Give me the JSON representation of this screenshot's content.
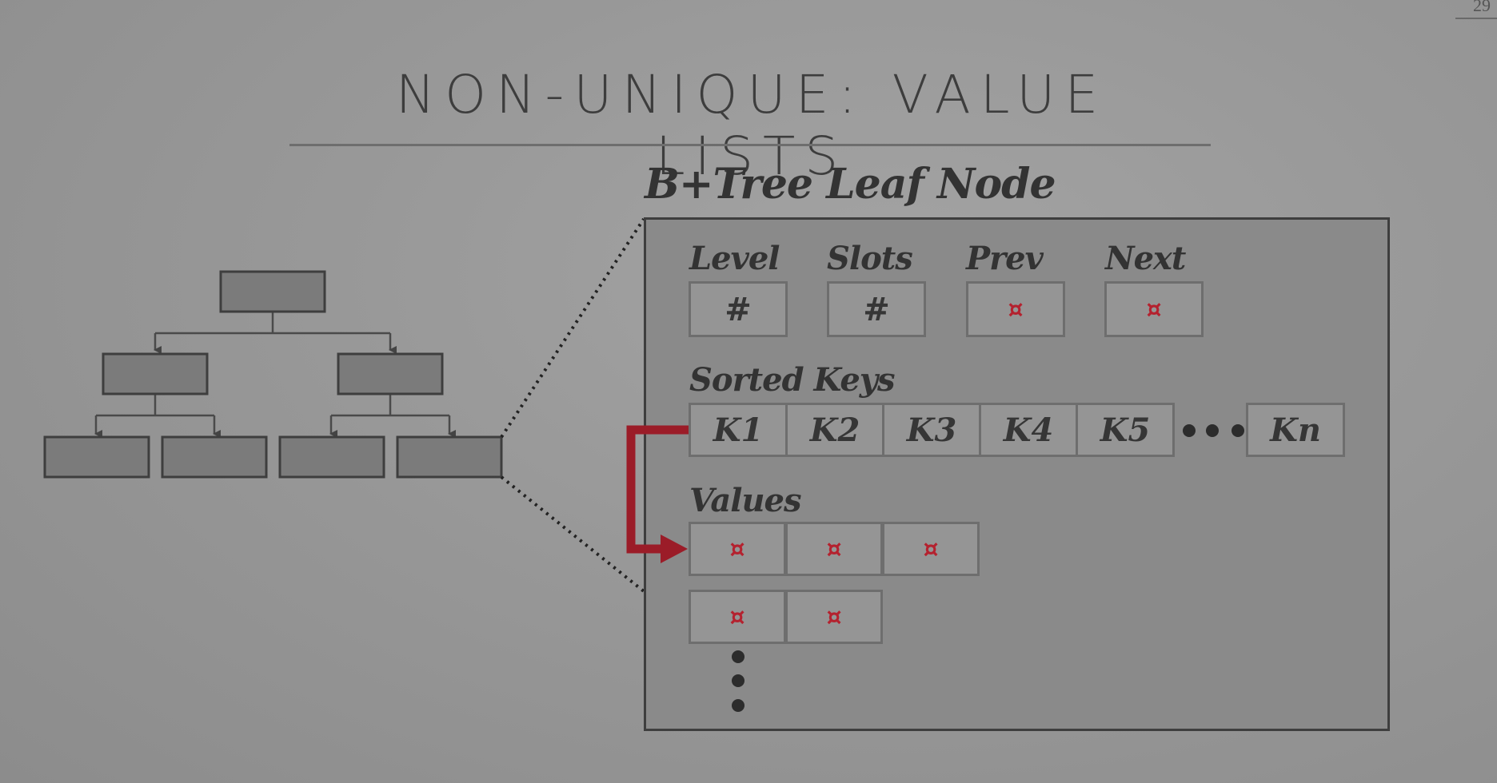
{
  "slide": {
    "number": "29",
    "title": "NON-UNIQUE: VALUE LISTS"
  },
  "leaf_node": {
    "title": "B+Tree Leaf Node",
    "header_fields": [
      {
        "label": "Level",
        "value": "#"
      },
      {
        "label": "Slots",
        "value": "#"
      },
      {
        "label": "Prev",
        "value": "¤"
      },
      {
        "label": "Next",
        "value": "¤"
      }
    ],
    "sorted_keys_label": "Sorted Keys",
    "keys": [
      "K1",
      "K2",
      "K3",
      "K4",
      "K5"
    ],
    "last_key": "Kn",
    "values_label": "Values",
    "value_list_1": [
      "¤",
      "¤",
      "¤"
    ],
    "value_list_2": [
      "¤",
      "¤"
    ]
  },
  "colors": {
    "pointer": "#b4222f",
    "arrow": "#9b1c28"
  }
}
